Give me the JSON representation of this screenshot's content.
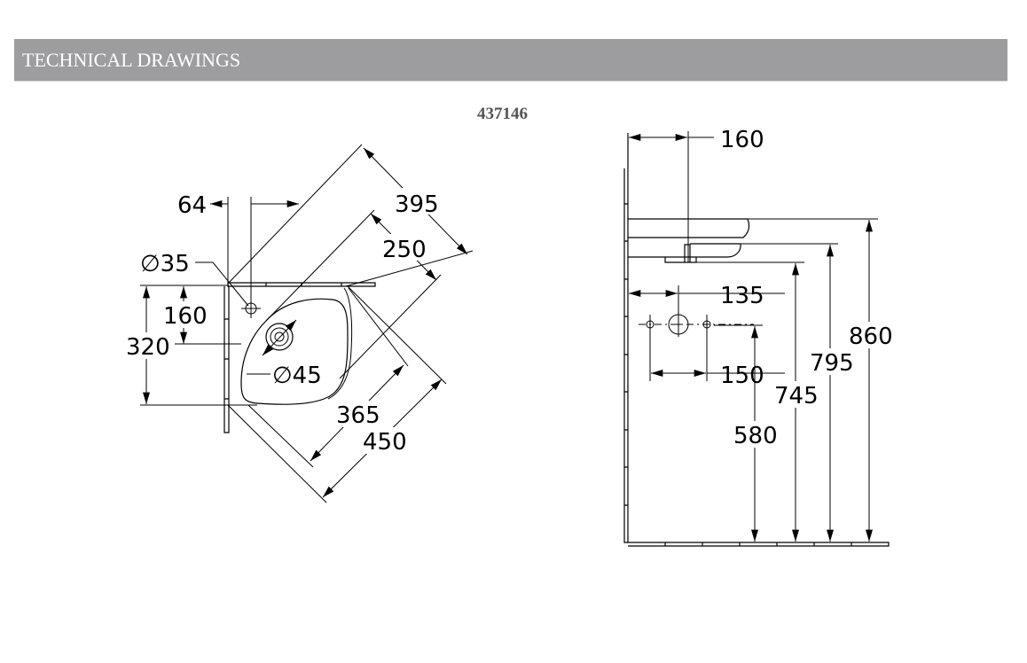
{
  "header": {
    "title": "TECHNICAL DRAWINGS"
  },
  "product_code": "437146",
  "top_view": {
    "dims": {
      "d64": "64",
      "d395": "395",
      "d250": "250",
      "d35": "∅35",
      "d160": "160",
      "d320": "320",
      "d45": "∅45",
      "d365": "365",
      "d450": "450"
    }
  },
  "side_view": {
    "dims": {
      "d160": "160",
      "d135": "135",
      "d150": "150",
      "d580": "580",
      "d745": "745",
      "d795": "795",
      "d860": "860"
    }
  }
}
